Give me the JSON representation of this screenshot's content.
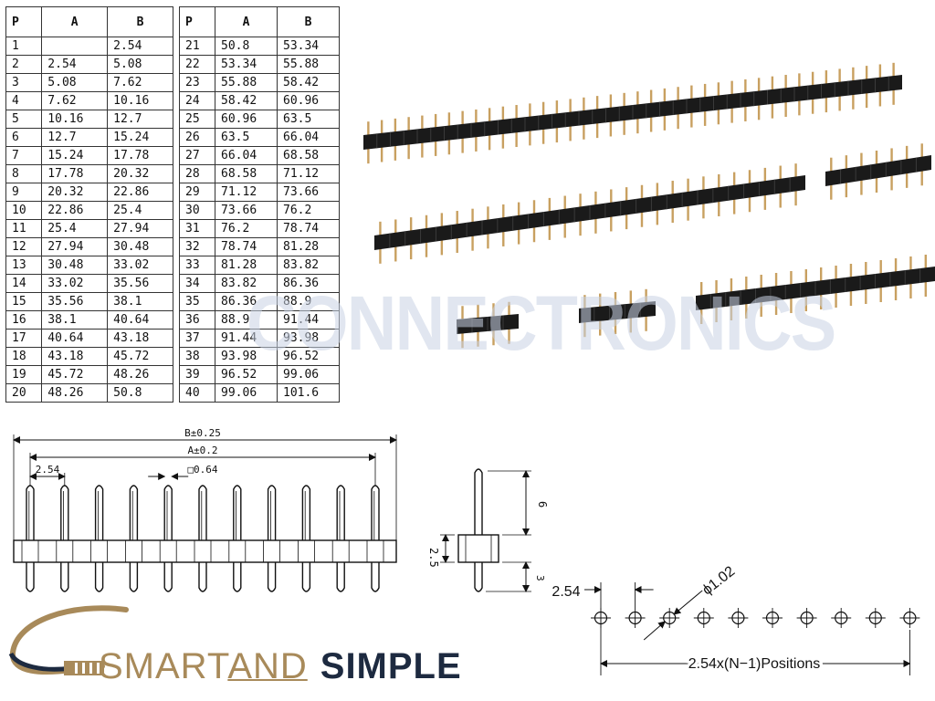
{
  "table": {
    "headers": [
      "P",
      "A",
      "B"
    ],
    "rows_left": [
      [
        "1",
        "",
        "2.54"
      ],
      [
        "2",
        "2.54",
        "5.08"
      ],
      [
        "3",
        "5.08",
        "7.62"
      ],
      [
        "4",
        "7.62",
        "10.16"
      ],
      [
        "5",
        "10.16",
        "12.7"
      ],
      [
        "6",
        "12.7",
        "15.24"
      ],
      [
        "7",
        "15.24",
        "17.78"
      ],
      [
        "8",
        "17.78",
        "20.32"
      ],
      [
        "9",
        "20.32",
        "22.86"
      ],
      [
        "10",
        "22.86",
        "25.4"
      ],
      [
        "11",
        "25.4",
        "27.94"
      ],
      [
        "12",
        "27.94",
        "30.48"
      ],
      [
        "13",
        "30.48",
        "33.02"
      ],
      [
        "14",
        "33.02",
        "35.56"
      ],
      [
        "15",
        "35.56",
        "38.1"
      ],
      [
        "16",
        "38.1",
        "40.64"
      ],
      [
        "17",
        "40.64",
        "43.18"
      ],
      [
        "18",
        "43.18",
        "45.72"
      ],
      [
        "19",
        "45.72",
        "48.26"
      ],
      [
        "20",
        "48.26",
        "50.8"
      ]
    ],
    "rows_right": [
      [
        "21",
        "50.8",
        "53.34"
      ],
      [
        "22",
        "53.34",
        "55.88"
      ],
      [
        "23",
        "55.88",
        "58.42"
      ],
      [
        "24",
        "58.42",
        "60.96"
      ],
      [
        "25",
        "60.96",
        "63.5"
      ],
      [
        "26",
        "63.5",
        "66.04"
      ],
      [
        "27",
        "66.04",
        "68.58"
      ],
      [
        "28",
        "68.58",
        "71.12"
      ],
      [
        "29",
        "71.12",
        "73.66"
      ],
      [
        "30",
        "73.66",
        "76.2"
      ],
      [
        "31",
        "76.2",
        "78.74"
      ],
      [
        "32",
        "78.74",
        "81.28"
      ],
      [
        "33",
        "81.28",
        "83.82"
      ],
      [
        "34",
        "83.82",
        "86.36"
      ],
      [
        "35",
        "86.36",
        "88.9"
      ],
      [
        "36",
        "88.9",
        "91.44"
      ],
      [
        "37",
        "91.44",
        "93.98"
      ],
      [
        "38",
        "93.98",
        "96.52"
      ],
      [
        "39",
        "96.52",
        "99.06"
      ],
      [
        "40",
        "99.06",
        "101.6"
      ]
    ]
  },
  "watermark": "CONNECTRONICS",
  "dimensions": {
    "front": {
      "b_label": "B±0.25",
      "a_label": "A±0.2",
      "pitch": "2.54",
      "pin_square": "□0.64",
      "pin_count": 11
    },
    "side": {
      "height_top": "6",
      "body": "2.5",
      "height_bottom": "3"
    },
    "footprint": {
      "pitch": "2.54",
      "hole": "ϕ1.02",
      "span": "2.54x(N−1)Positions",
      "hole_count": 10
    }
  },
  "logo": {
    "part1": "SMART",
    "part2": "AND",
    "part3": "SIMPLE"
  },
  "colors": {
    "ink": "#111111",
    "logo_gold": "#a88a5a",
    "logo_navy": "#1d2a40",
    "header_black": "#1a1a1a",
    "pin_gold": "#c8a060"
  }
}
